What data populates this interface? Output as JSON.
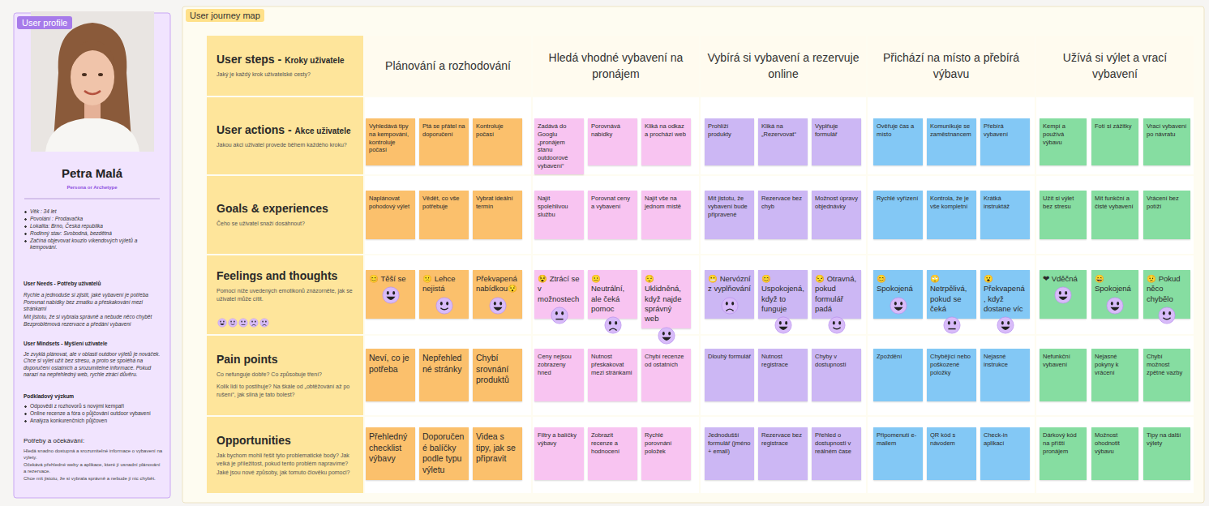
{
  "diagram": {
    "nodes": [
      {
        "text": [
          "User profile",
          "Petra Malá",
          "Persona or Archetype",
          "Věk : 34 let",
          "Povolání : Prodavačka",
          "Lokalita: Brno, Česká republika",
          "Rodinný stav: Svobodná, bezdětná",
          "Začíná objevovat kouzlo víkendových výletů a kempování.",
          "User Needs - Potřeby uživatelů",
          "Rychle a jednoduše si zjistit, jaké vybavení je potřeba",
          "Porovnat nabídky bez zmatku a přeskakování mezi stránkami",
          "Mít jistotu, že si vybrala správně a nebude něco chybět",
          "Bezproblémová rezervace a předání vybavení",
          "User Mindsets - Myšlení uživatele",
          "Je zvyklá plánovat, ale v oblasti outdoor výletů je nováček. Chce si výlet užít bez stresu, a proto se spoléhá na doporučení ostatních a srozumitelné informace. Pokud narazí na nepřehledný web, rychle ztrácí důvěru.",
          "Podkladový výzkum",
          "Odpovědi z rozhovorů s novými kempaři",
          "Online recenze a fóra o půjčování outdoor vybavení",
          "Analýza konkurenčních půjčoven",
          "Potřeby a očekávání:",
          "Hledá snadno dostupná a srozumitelné informace o vybavení na výlety.",
          "Očekává přehledné weby a aplikace, které jí usnadní plánování a rezervace.",
          "Chce mít jistotu, že si vybrala správně a nebude jí nic chybět."
        ]
      },
      {
        "text": [
          "User journey map"
        ]
      },
      {
        "text": [
          "User steps -",
          "Kroky uživatele",
          "Jaký je každý krok uživatelské cesty?"
        ],
        "in": 1
      },
      {
        "text": [
          "Plánování a rozhodování"
        ],
        "in": 1
      },
      {
        "text": [
          "Hledá vhodné vybavení na pronájem"
        ],
        "in": 1
      },
      {
        "text": [
          "Vybírá si vybavení a rezervuje online"
        ],
        "in": 1
      },
      {
        "text": [
          "Přichází na místo a přebírá výbavu"
        ],
        "in": 1
      },
      {
        "text": [
          "Užívá si výlet a vrací vybavení"
        ],
        "in": 1
      },
      {
        "text": [
          "User actions -",
          "Akce uživatele",
          "Jakou akci uživatel provede během každého kroku?"
        ],
        "in": 1
      },
      {
        "text": [
          "Vyhledává tipy na kempování, kontroluje počasí"
        ],
        "in": 1
      },
      {
        "text": [
          "Ptá se přátel na doporučení"
        ],
        "in": 1
      },
      {
        "text": [
          "Kontroluje počasí"
        ],
        "in": 1
      },
      {
        "text": [
          "Zadává do Googlu „pronájem stanu outdoorové vybavení“"
        ],
        "in": 1
      },
      {
        "text": [
          "Porovnává nabídky"
        ],
        "in": 1
      },
      {
        "text": [
          "Kliká na odkaz a prochází web"
        ],
        "in": 1
      },
      {
        "text": [
          "Prohlíží produkty"
        ],
        "in": 1
      },
      {
        "text": [
          "Kliká na „Rezervovat“"
        ],
        "in": 1
      },
      {
        "text": [
          "Vyplňuje formulář"
        ],
        "in": 1
      },
      {
        "text": [
          "Ověřuje čas a místo"
        ],
        "in": 1
      },
      {
        "text": [
          "Komunikuje se zaměstnancem"
        ],
        "in": 1
      },
      {
        "text": [
          "Přebírá vybavení"
        ],
        "in": 1
      },
      {
        "text": [
          "Kempí a používá výbavu"
        ],
        "in": 1
      },
      {
        "text": [
          "Fotí si zážitky"
        ],
        "in": 1
      },
      {
        "text": [
          "Vrací vybavení po návratu"
        ],
        "in": 1
      },
      {
        "text": [
          "Goals & experiences",
          "Čeho se uživatel snaží dosáhnout?"
        ],
        "in": 1
      },
      {
        "text": [
          "Naplánovat pohodový výlet"
        ],
        "in": 1
      },
      {
        "text": [
          "Vědět, co vše potřebuje"
        ],
        "in": 1
      },
      {
        "text": [
          "Vybrat ideální termín"
        ],
        "in": 1
      },
      {
        "text": [
          "Najít spolehlivou službu"
        ],
        "in": 1
      },
      {
        "text": [
          "Porovnat ceny a vybavení"
        ],
        "in": 1
      },
      {
        "text": [
          "Najít vše na jednom místě"
        ],
        "in": 1
      },
      {
        "text": [
          "Mít jistotu, že vybavení bude připravené"
        ],
        "in": 1
      },
      {
        "text": [
          "Rezervace bez chyb"
        ],
        "in": 1
      },
      {
        "text": [
          "Možnost úpravy objednávky"
        ],
        "in": 1
      },
      {
        "text": [
          "Rychlé vyřízení"
        ],
        "in": 1
      },
      {
        "text": [
          "Kontrola, že je vše kompletní"
        ],
        "in": 1
      },
      {
        "text": [
          "Krátká instruktáž"
        ],
        "in": 1
      },
      {
        "text": [
          "Užít si výlet bez stresu"
        ],
        "in": 1
      },
      {
        "text": [
          "Mít funkční a čisté vybavení"
        ],
        "in": 1
      },
      {
        "text": [
          "Vrácení bez potíží"
        ],
        "in": 1
      },
      {
        "text": [
          "Feelings and thoughts",
          "Pomocí níže uvedených emotikonů znázorněte, jak se uživatel může cítit."
        ],
        "in": 1
      },
      {
        "text": [
          "😊 Těší se"
        ],
        "in": 1
      },
      {
        "text": [
          "😕 Lehce nejistá"
        ],
        "in": 1
      },
      {
        "text": [
          "Překvapená nabídkou😯"
        ],
        "in": 1
      },
      {
        "text": [
          "😵 Ztrácí se v možnostech"
        ],
        "in": 1
      },
      {
        "text": [
          "😐 Neutrální, ale čeká pomoc"
        ],
        "in": 1
      },
      {
        "text": [
          "😌 Uklidněná, když najde správný web"
        ],
        "in": 1
      },
      {
        "text": [
          "😬 Nervózní z vyplňování"
        ],
        "in": 1
      },
      {
        "text": [
          "😊 Uspokojená, když to funguje"
        ],
        "in": 1
      },
      {
        "text": [
          "😒 Otravná, pokud formulář padá"
        ],
        "in": 1
      },
      {
        "text": [
          "😊 Spokojená"
        ],
        "in": 1
      },
      {
        "text": [
          "🙄 Netrpělivá, pokud se čeká"
        ],
        "in": 1
      },
      {
        "text": [
          "😮 Překvapená, když dostane víc"
        ],
        "in": 1
      },
      {
        "text": [
          "❤ Vděčná"
        ],
        "in": 1
      },
      {
        "text": [
          "😄 Spokojená"
        ],
        "in": 1
      },
      {
        "text": [
          "😟 Pokud něco chybělo"
        ],
        "in": 1
      },
      {
        "text": [
          "Pain points",
          "Co nefunguje dobře? Co způsobuje tření?",
          "Kolik lidí to postihuje? Na škále od „obtěžování až po rušení“, jak silná je tato bolest?"
        ],
        "in": 1
      },
      {
        "text": [
          "Neví, co je potřeba"
        ],
        "in": 1
      },
      {
        "text": [
          "Nepřehledné stránky"
        ],
        "in": 1
      },
      {
        "text": [
          "Chybí srovnání produktů"
        ],
        "in": 1
      },
      {
        "text": [
          "Ceny nejsou zobrazeny hned"
        ],
        "in": 1
      },
      {
        "text": [
          "Nutnost přeskakovat mezi stránkami"
        ],
        "in": 1
      },
      {
        "text": [
          "Chybí recenze od ostatních"
        ],
        "in": 1
      },
      {
        "text": [
          "Dlouhý formulář"
        ],
        "in": 1
      },
      {
        "text": [
          "Nutnost registrace"
        ],
        "in": 1
      },
      {
        "text": [
          "Chyby v dostupnosti"
        ],
        "in": 1
      },
      {
        "text": [
          "Zpoždění"
        ],
        "in": 1
      },
      {
        "text": [
          "Chybějící nebo poškozené položky"
        ],
        "in": 1
      },
      {
        "text": [
          "Nejasné instrukce"
        ],
        "in": 1
      },
      {
        "text": [
          "Nefunkční vybavení"
        ],
        "in": 1
      },
      {
        "text": [
          "Nejasné pokyny k vrácení"
        ],
        "in": 1
      },
      {
        "text": [
          "Chybí možnost zpětné vazby"
        ],
        "in": 1
      },
      {
        "text": [
          "Opportunities",
          "Jak bychom mohli řešit tyto problematické body? Jak velká je příležitost, pokud tento problém napravíme? Jaké jsou nové způsoby, jak tomuto člověku pomoci?"
        ],
        "in": 1
      },
      {
        "text": [
          "Přehledný checklist výbavy"
        ],
        "in": 1
      },
      {
        "text": [
          "Doporučené balíčky podle typu výletu"
        ],
        "in": 1
      },
      {
        "text": [
          "Videa s tipy, jak se připravit"
        ],
        "in": 1
      },
      {
        "text": [
          "Filtry a balíčky výbavy"
        ],
        "in": 1
      },
      {
        "text": [
          "Zobrazit recenze a hodnocení"
        ],
        "in": 1
      },
      {
        "text": [
          "Rychlé porovnání položek"
        ],
        "in": 1
      },
      {
        "text": [
          "Jednodušší formulář (jméno + email)"
        ],
        "in": 1
      },
      {
        "text": [
          "Rezervace bez registrace"
        ],
        "in": 1
      },
      {
        "text": [
          "Přehled o dostupnosti v reálném čase"
        ],
        "in": 1
      },
      {
        "text": [
          "Připomenutí e-mailem"
        ],
        "in": 1
      },
      {
        "text": [
          "QR kód s návodem"
        ],
        "in": 1
      },
      {
        "text": [
          "Check-in aplikací"
        ],
        "in": 1
      },
      {
        "text": [
          "Dárkový kód na příští pronájem"
        ],
        "in": 1
      },
      {
        "text": [
          "Možnost ohodnotit výbavu"
        ],
        "in": 1
      },
      {
        "text": [
          "Tipy na další výlety"
        ],
        "in": 1
      }
    ]
  }
}
